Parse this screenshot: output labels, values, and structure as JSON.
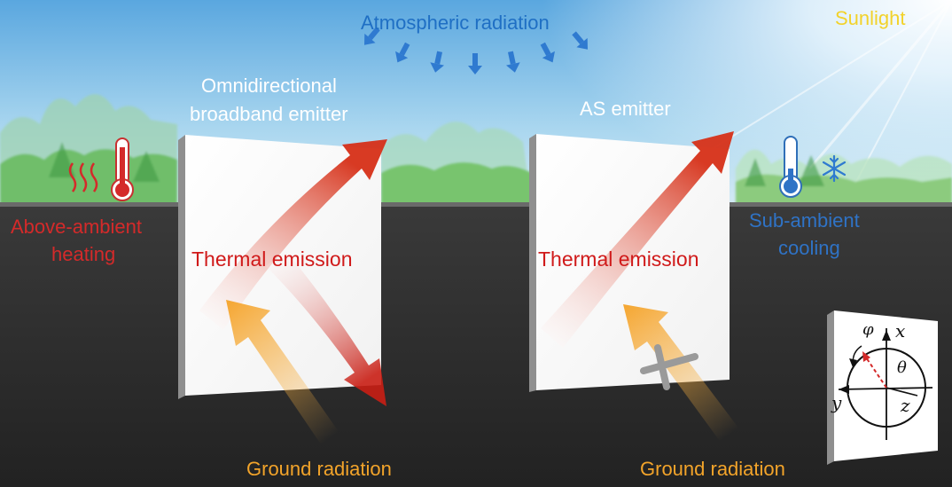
{
  "labels": {
    "atmospheric": "Atmospheric radiation",
    "sunlight": "Sunlight",
    "omni_line1": "Omnidirectional",
    "omni_line2": "broadband emitter",
    "as_emitter": "AS emitter",
    "above_line1": "Above-ambient",
    "above_line2": "heating",
    "sub_line1": "Sub-ambient",
    "sub_line2": "cooling",
    "thermal_left": "Thermal emission",
    "thermal_right": "Thermal emission",
    "ground_left": "Ground radiation",
    "ground_right": "Ground radiation"
  },
  "inset": {
    "phi": "φ",
    "theta": "θ",
    "x": "x",
    "y": "y",
    "z": "z"
  },
  "colors": {
    "atmospheric_text": "#1f6fc4",
    "sunlight_text": "#f2d22a",
    "heating_red": "#d42a2a",
    "cooling_blue": "#2f73c6",
    "thermal_red": "#d01a1a",
    "ground_orange": "#f3a42a",
    "white_text": "#ffffff"
  }
}
